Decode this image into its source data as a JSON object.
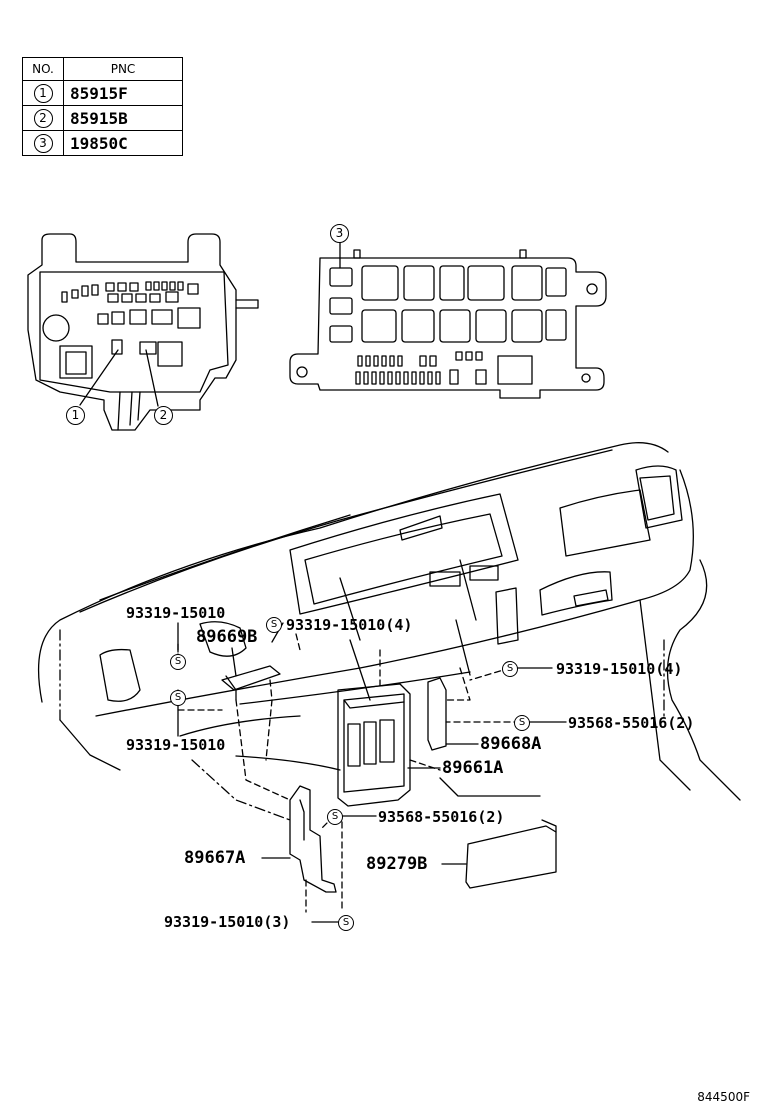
{
  "table": {
    "header": {
      "no": "NO.",
      "pnc": "PNC"
    },
    "rows": [
      {
        "no": "1",
        "pnc": "85915F"
      },
      {
        "no": "2",
        "pnc": "85915B"
      },
      {
        "no": "3",
        "pnc": "19850C"
      }
    ]
  },
  "symbol": "S",
  "callouts": {
    "c1": "1",
    "c2": "2",
    "c3": "3"
  },
  "labels": {
    "l_93319_15010_a": "93319-15010",
    "l_89669B": "89669B",
    "l_93319_15010_4_a": "93319-15010(4)",
    "l_93319_15010_4_b": "93319-15010(4)",
    "l_93568_55016_2_a": "93568-55016(2)",
    "l_89668A": "89668A",
    "l_93319_15010_b": "93319-15010",
    "l_89661A": "89661A",
    "l_93568_55016_2_b": "93568-55016(2)",
    "l_89667A": "89667A",
    "l_89279B": "89279B",
    "l_93319_15010_3": "93319-15010(3)"
  },
  "reference": "844500F"
}
